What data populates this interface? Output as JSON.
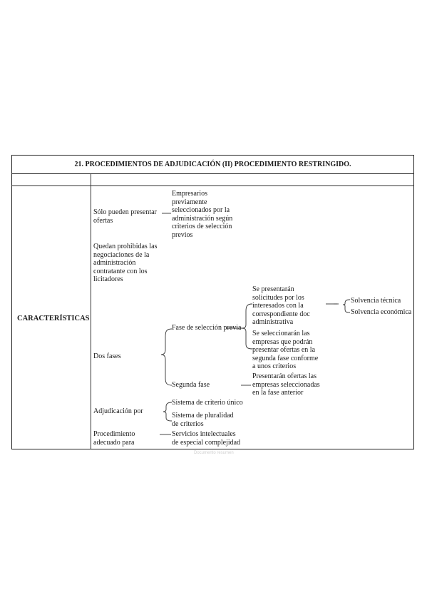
{
  "title": "21. PROCEDIMIENTOS DE ADJUDICACIÓN (II) PROCEDIMIENTO RESTRINGIDO.",
  "category": "CARACTERÍSTICAS",
  "rows": {
    "ofertas": {
      "label": [
        "Sólo pueden presentar",
        "ofertas"
      ],
      "detail": [
        "Empresarios",
        "previamente",
        "seleccionados por la",
        "administración según",
        "criterios de selección",
        "previos"
      ]
    },
    "prohibidas": {
      "label": [
        "Quedan prohibidas las",
        "negociaciones de la",
        "administración",
        "contratante con los",
        "licitadores"
      ]
    },
    "fases": {
      "label": "Dos fases",
      "fase1": {
        "label": "Fase de selección previa",
        "item1": [
          "Se presentarán",
          "solicitudes por los",
          "interesados con la",
          "correspondiente doc",
          "administrativa"
        ],
        "solvencia": [
          "Solvencia técnica",
          "Solvencia económica"
        ],
        "item2": [
          "Se seleccionarán las",
          "empresas que podrán",
          "presentar ofertas en la",
          "segunda fase conforme",
          "a unos criterios"
        ]
      },
      "fase2": {
        "label": "Segunda fase",
        "detail": [
          "Presentarán ofertas las",
          "empresas seleccionadas",
          "en la fase anterior"
        ]
      }
    },
    "adjudicacion": {
      "label": "Adjudicación por",
      "options": [
        [
          "Sistema de criterio único"
        ],
        [
          "Sistema de pluralidad",
          "de criterios"
        ]
      ]
    },
    "procedimiento": {
      "label": [
        "Procedimiento",
        "adecuado para"
      ],
      "detail": [
        "Servicios intelectuales",
        "de especial complejidad"
      ]
    }
  },
  "watermark": "Documento resumen"
}
